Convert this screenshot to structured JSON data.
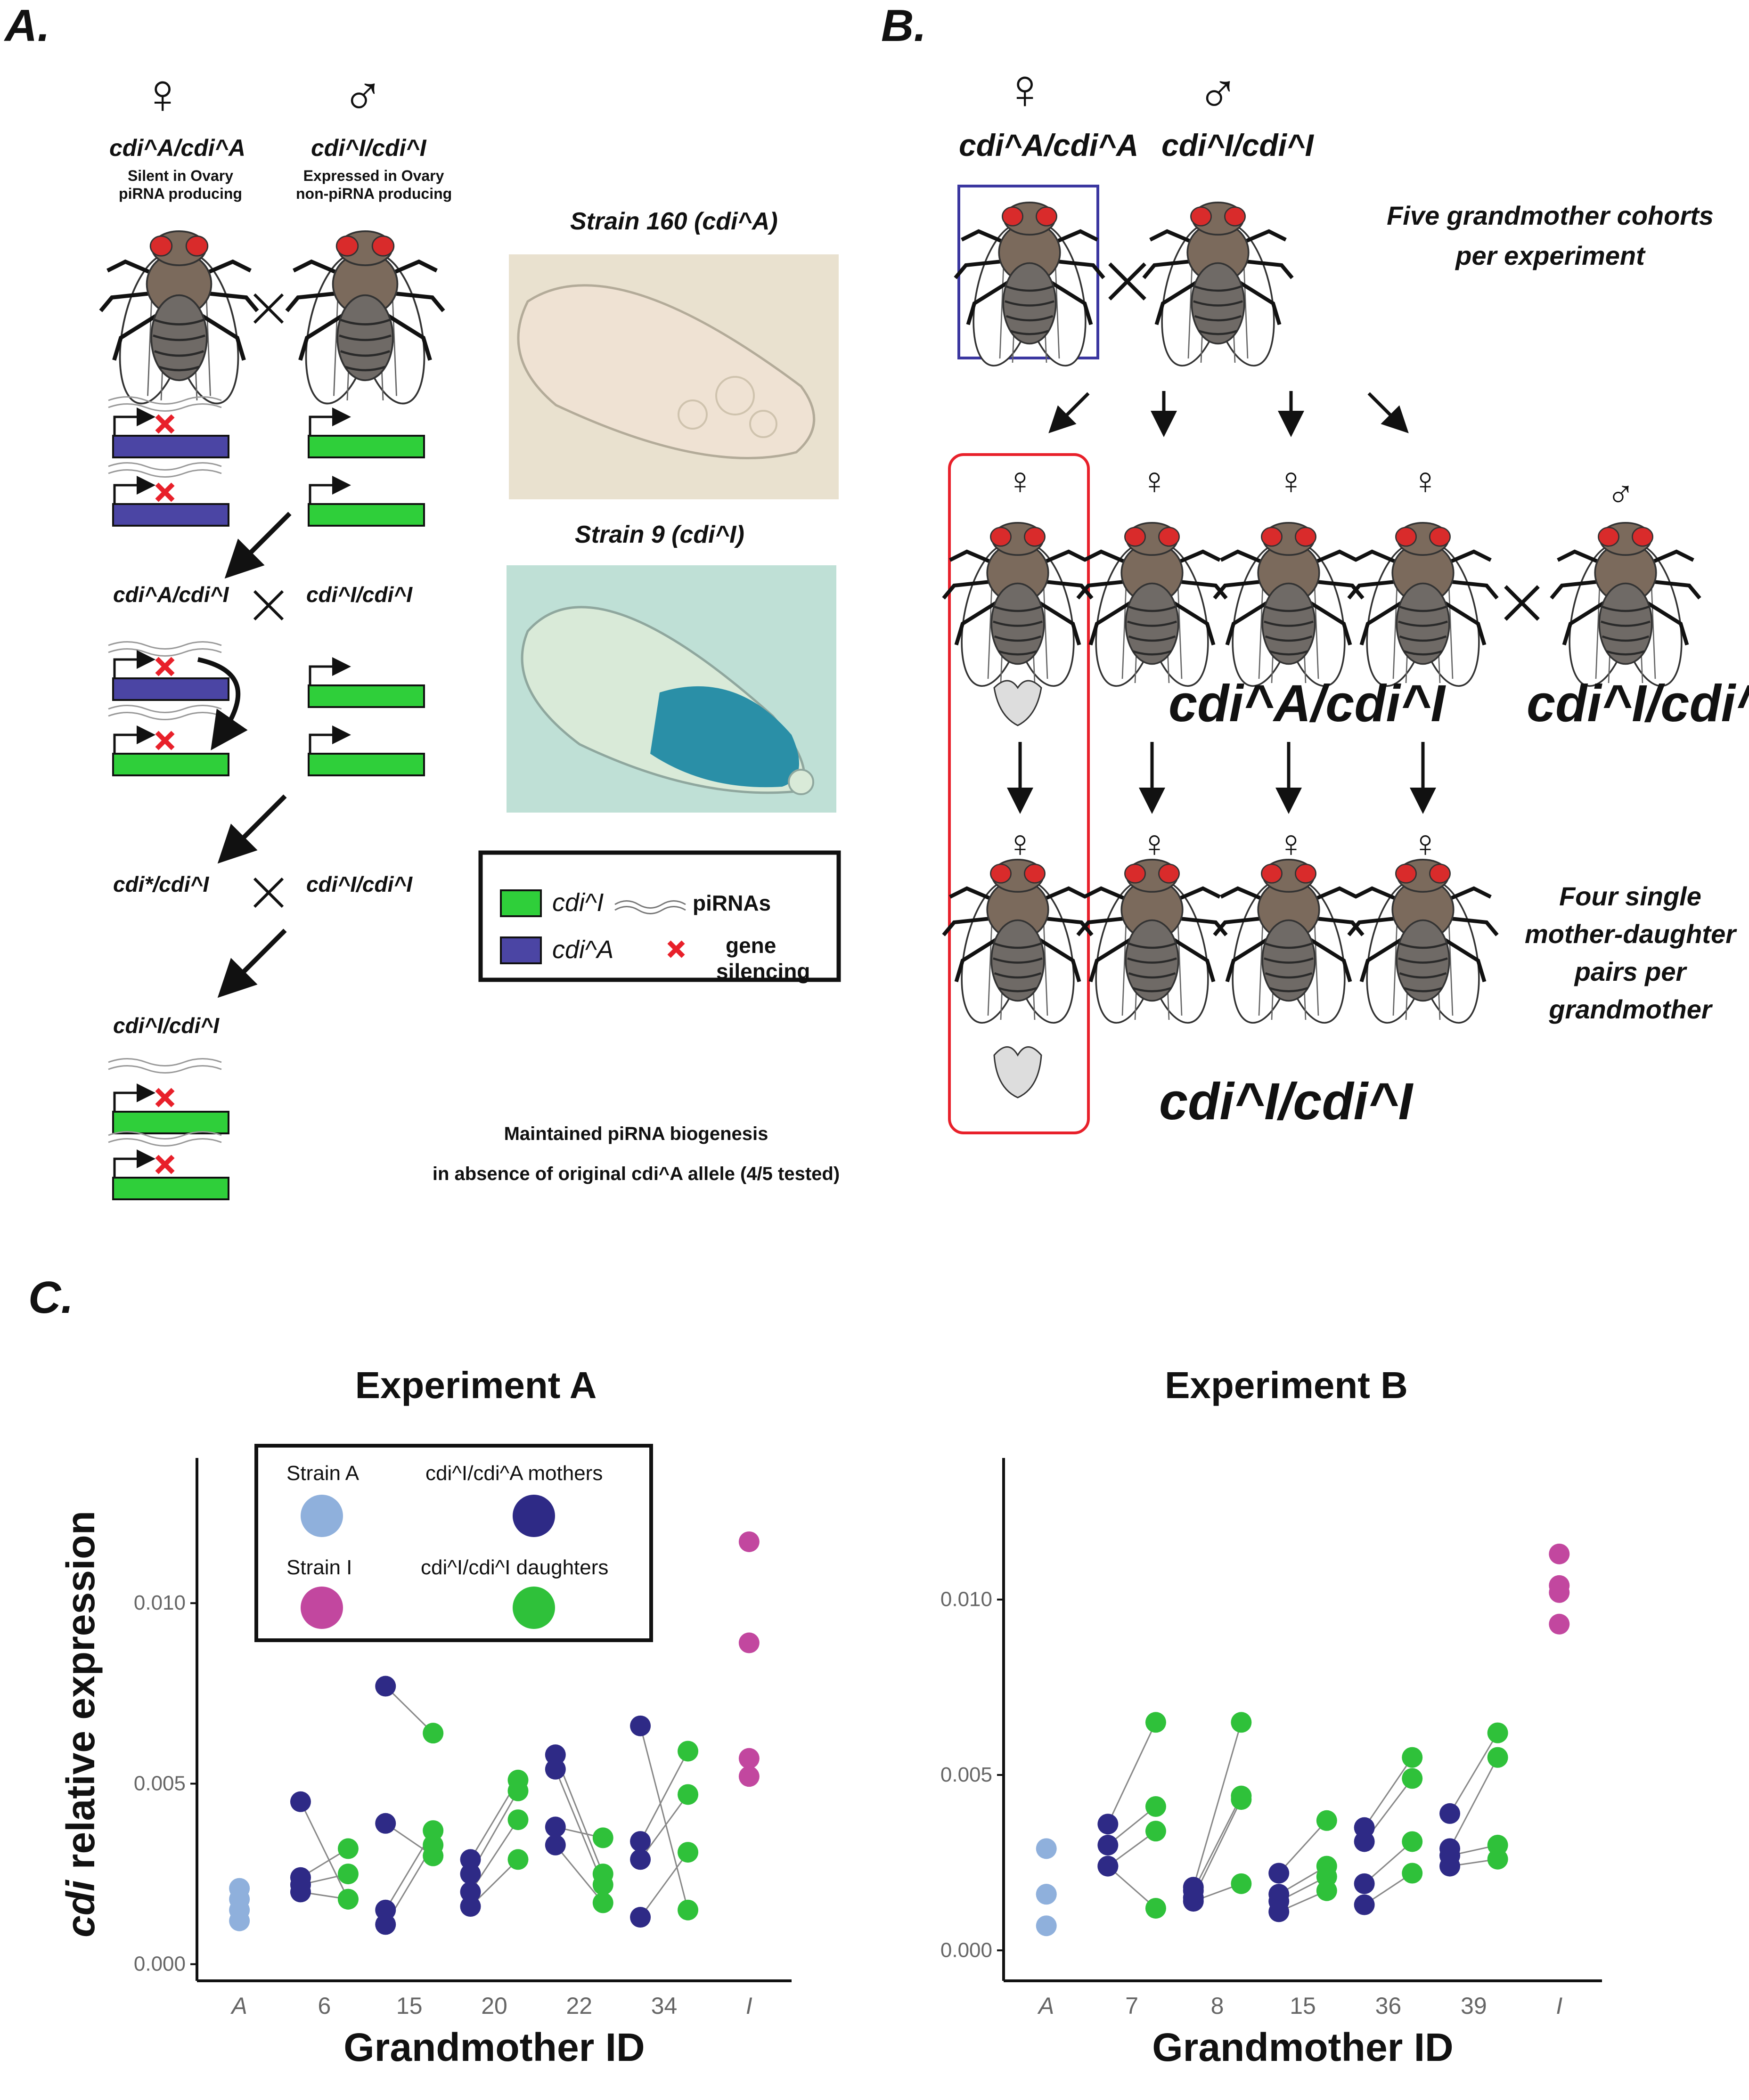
{
  "panelA": {
    "label": "A.",
    "female_symbol": "♀",
    "male_symbol": "♂",
    "female_genotype": "cdi^A/cdi^A",
    "female_note1": "Silent in Ovary",
    "female_note2": "piRNA producing",
    "male_genotype": "cdi^I/cdi^I",
    "male_note1": "Expressed in Ovary",
    "male_note2": "non-piRNA producing",
    "cross1_left": "cdi^A/cdi^I",
    "cross1_right": "cdi^I/cdi^I",
    "cross2_left": "cdi*/cdi^I",
    "cross2_right": "cdi^I/cdi^I",
    "final_genotype": "cdi^I/cdi^I",
    "strain160_title": "Strain 160 (cdi^A)",
    "strain9_title": "Strain 9 (cdi^I)",
    "legend_cdiI": "cdi^I",
    "legend_cdiA": "cdi^A",
    "legend_pirnas": "piRNAs",
    "legend_silencing_1": "gene",
    "legend_silencing_2": "silencing",
    "caption_1": "Maintained piRNA biogenesis",
    "caption_2": "in absence of original cdi^A allele (4/5 tested)",
    "times": "×"
  },
  "panelB": {
    "label": "B.",
    "female_genotype": "cdi^A/cdi^A",
    "male_genotype": "cdi^I/cdi^I",
    "note_top_1": "Five grandmother cohorts",
    "note_top_2": "per experiment",
    "mid_genotype_left": "cdi^A/cdi^I",
    "mid_genotype_right": "cdi^I/cdi^I",
    "note_bottom_1": "Four single",
    "note_bottom_2": "mother-daughter",
    "note_bottom_3": "pairs per",
    "note_bottom_4": "grandmother",
    "bottom_genotype": "cdi^I/cdi^I"
  },
  "panelC": {
    "label": "C.",
    "ylabel_italic": "cdi",
    "ylabel_rest": " relative expression",
    "xlabel": "Grandmother ID",
    "legend": {
      "strainA": "Strain A",
      "strainI": "Strain I",
      "mothers": "cdi^I/cdi^A mothers",
      "daughters": "cdi^I/cdi^I daughters"
    }
  },
  "colors": {
    "strainA": "#8fb0dc",
    "strainI": "#c2479f",
    "mothers": "#2e2a86",
    "daughters": "#2fc13a",
    "cdiI_bar": "#2fcf3a",
    "cdiA_bar": "#4b45a4",
    "silencing": "#e8202a",
    "box_blue": "#3b37a0",
    "box_red": "#e8202a"
  },
  "chart_data": [
    {
      "type": "scatter",
      "title": "Experiment A",
      "xlabel": "Grandmother ID",
      "ylabel": "cdi relative expression",
      "categories": [
        "A",
        "6",
        "15",
        "20",
        "22",
        "34",
        "I"
      ],
      "ylim": [
        -0.0002,
        0.0135
      ],
      "yticks": [
        "0.000",
        "0.005",
        "0.010"
      ],
      "strainA": [
        0.0021,
        0.0018,
        0.0015,
        0.0012
      ],
      "strainI": [
        0.0117,
        0.0089,
        0.0057,
        0.0052
      ],
      "pairs": [
        {
          "g": "6",
          "mother": 0.0045,
          "daughter": 0.0018
        },
        {
          "g": "6",
          "mother": 0.0024,
          "daughter": 0.0032
        },
        {
          "g": "6",
          "mother": 0.0022,
          "daughter": 0.0025
        },
        {
          "g": "6",
          "mother": 0.002,
          "daughter": 0.0018
        },
        {
          "g": "15",
          "mother": 0.0077,
          "daughter": 0.0064
        },
        {
          "g": "15",
          "mother": 0.0039,
          "daughter": 0.003
        },
        {
          "g": "15",
          "mother": 0.0015,
          "daughter": 0.0037
        },
        {
          "g": "15",
          "mother": 0.0011,
          "daughter": 0.0033
        },
        {
          "g": "20",
          "mother": 0.0029,
          "daughter": 0.0051
        },
        {
          "g": "20",
          "mother": 0.0025,
          "daughter": 0.0048
        },
        {
          "g": "20",
          "mother": 0.002,
          "daughter": 0.004
        },
        {
          "g": "20",
          "mother": 0.0016,
          "daughter": 0.0029
        },
        {
          "g": "22",
          "mother": 0.0058,
          "daughter": 0.0025
        },
        {
          "g": "22",
          "mother": 0.0054,
          "daughter": 0.0022
        },
        {
          "g": "22",
          "mother": 0.0038,
          "daughter": 0.0035
        },
        {
          "g": "22",
          "mother": 0.0033,
          "daughter": 0.0017
        },
        {
          "g": "34",
          "mother": 0.0066,
          "daughter": 0.0015
        },
        {
          "g": "34",
          "mother": 0.0034,
          "daughter": 0.0059
        },
        {
          "g": "34",
          "mother": 0.0029,
          "daughter": 0.0047
        },
        {
          "g": "34",
          "mother": 0.0013,
          "daughter": 0.0031
        }
      ]
    },
    {
      "type": "scatter",
      "title": "Experiment B",
      "xlabel": "Grandmother ID",
      "ylabel": "cdi relative expression",
      "categories": [
        "A",
        "7",
        "8",
        "15",
        "36",
        "39",
        "I"
      ],
      "ylim": [
        -0.0006,
        0.0135
      ],
      "yticks": [
        "0.000",
        "0.005",
        "0.010"
      ],
      "strainA": [
        0.0029,
        0.0016,
        0.0016,
        0.0007
      ],
      "strainI": [
        0.0113,
        0.0104,
        0.0102,
        0.0093
      ],
      "pairs": [
        {
          "g": "7",
          "mother": 0.0036,
          "daughter": 0.0065
        },
        {
          "g": "7",
          "mother": 0.003,
          "daughter": 0.0041
        },
        {
          "g": "7",
          "mother": 0.0024,
          "daughter": 0.0034
        },
        {
          "g": "7",
          "mother": 0.0024,
          "daughter": 0.0012
        },
        {
          "g": "8",
          "mother": 0.0018,
          "daughter": 0.0065
        },
        {
          "g": "8",
          "mother": 0.0017,
          "daughter": 0.0044
        },
        {
          "g": "8",
          "mother": 0.0015,
          "daughter": 0.0043
        },
        {
          "g": "8",
          "mother": 0.0014,
          "daughter": 0.0019
        },
        {
          "g": "15",
          "mother": 0.0022,
          "daughter": 0.0037
        },
        {
          "g": "15",
          "mother": 0.0016,
          "daughter": 0.0024
        },
        {
          "g": "15",
          "mother": 0.0014,
          "daughter": 0.0021
        },
        {
          "g": "15",
          "mother": 0.0011,
          "daughter": 0.0017
        },
        {
          "g": "36",
          "mother": 0.0035,
          "daughter": 0.0055
        },
        {
          "g": "36",
          "mother": 0.0031,
          "daughter": 0.0049
        },
        {
          "g": "36",
          "mother": 0.0019,
          "daughter": 0.0031
        },
        {
          "g": "36",
          "mother": 0.0013,
          "daughter": 0.0022
        },
        {
          "g": "39",
          "mother": 0.0039,
          "daughter": 0.0062
        },
        {
          "g": "39",
          "mother": 0.0029,
          "daughter": 0.0055
        },
        {
          "g": "39",
          "mother": 0.0027,
          "daughter": 0.003
        },
        {
          "g": "39",
          "mother": 0.0024,
          "daughter": 0.0026
        }
      ]
    }
  ]
}
